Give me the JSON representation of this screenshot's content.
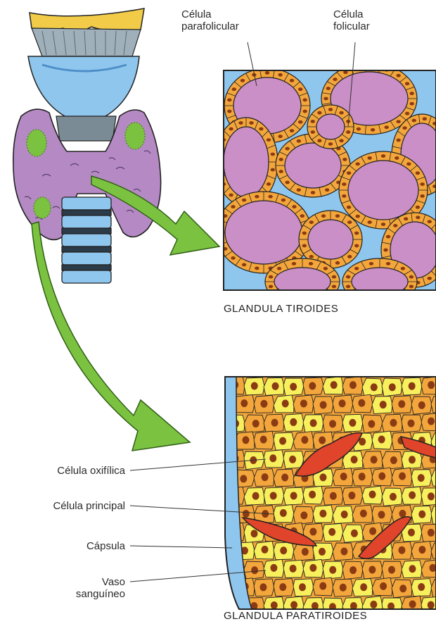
{
  "labels": {
    "parafollicular_line1": "Célula",
    "parafollicular_line2": "parafolicular",
    "follicular_line1": "Célula",
    "follicular_line2": "folicular",
    "oxyphil": "Célula oxifílica",
    "chief": "Célula principal",
    "capsule": "Cápsula",
    "vessel_line1": "Vaso",
    "vessel_line2": "sanguíneo"
  },
  "captions": {
    "thyroid": "GLANDULA TIROIDES",
    "parathyroid": "GLANDULA PARATIROIDES"
  },
  "colors": {
    "purple": "#b58ac4",
    "purple_dark": "#9a6bb0",
    "colloid": "#c98fc6",
    "blue": "#8fc6ee",
    "blue_dark": "#4e8fc8",
    "orange": "#f3a63b",
    "nucleus": "#8a3b14",
    "green": "#7cc241",
    "green_dark": "#4f8f25",
    "yellow": "#f7ef5c",
    "cartilage": "#f2cc48",
    "red": "#e0442a",
    "outline": "#222222"
  }
}
